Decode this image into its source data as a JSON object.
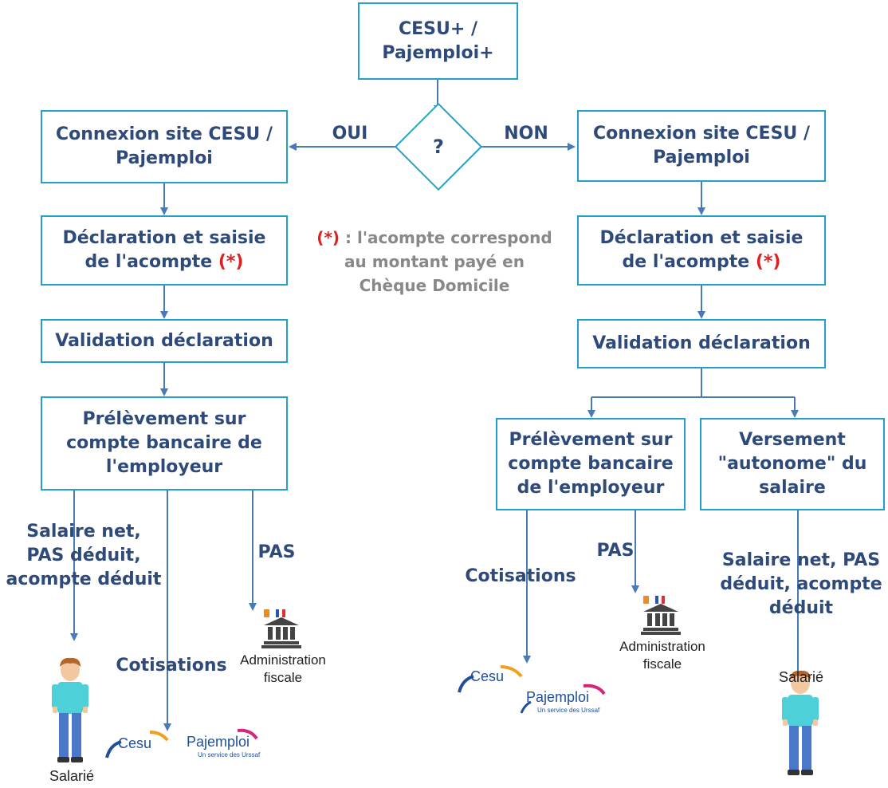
{
  "top_box": "CESU+ / Pajemploi+",
  "decision": "?",
  "branch_yes": "OUI",
  "branch_no": "NON",
  "left": {
    "connexion": "Connexion site CESU / Pajemploi",
    "declaration": "Déclaration et saisie de l'acompte",
    "asterisk": "(*)",
    "validation": "Validation déclaration",
    "prelevement": "Prélèvement sur compte bancaire de l'employeur",
    "salaire_label": "Salaire net, PAS déduit, acompte déduit",
    "cotisations_label": "Cotisations",
    "pas_label": "PAS",
    "salarie_caption": "Salarié",
    "admin_caption": "Administration fiscale"
  },
  "right": {
    "connexion": "Connexion site CESU / Pajemploi",
    "declaration": "Déclaration et saisie de l'acompte",
    "asterisk": "(*)",
    "validation": "Validation déclaration",
    "prelevement": "Prélèvement sur compte bancaire de l'employeur",
    "versement": "Versement \"autonome\" du salaire",
    "cotisations_label": "Cotisations",
    "pas_label": "PAS",
    "salaire_label": "Salaire net, PAS déduit, acompte déduit",
    "salarie_caption": "Salarié",
    "admin_caption": "Administration fiscale"
  },
  "note": {
    "asterisk": "(*)",
    "text": " : l'acompte correspond au montant payé en Chèque Domicile"
  },
  "logos": {
    "cesu": "Cesu",
    "pajemploi": "Pajemploi",
    "pajemploi_sub": "Un service des Urssaf"
  },
  "colors": {
    "box_border": "#23a0c8",
    "text": "#2e4a7a",
    "arrow": "#4a7ab5",
    "asterisk": "#e02020",
    "note": "#888888"
  }
}
